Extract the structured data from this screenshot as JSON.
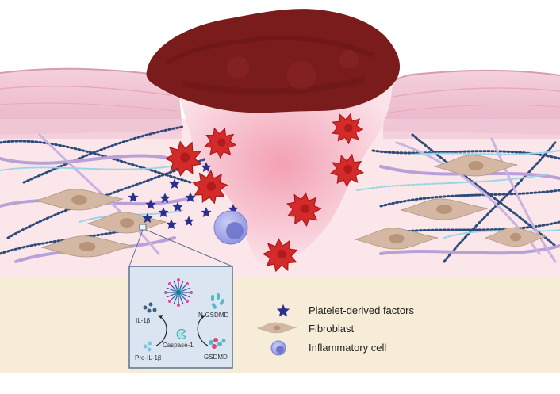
{
  "colors": {
    "scab": "#7a1c1c",
    "scab_dark": "#5e1212",
    "epidermis": "#e9b9c8",
    "dermis": "#f8e1e6",
    "wound_bed": "#f2a6b4",
    "platelet": "#d42a2a",
    "star": "#2b2f8f",
    "fibroblast": "#d4b8a3",
    "collagen_blue": "#2c4a7a",
    "collagen_purple": "#b9a1d8",
    "inflammatory_cell": "#8f93e0"
  },
  "inset": {
    "il1b_label": "IL-1β",
    "pro_il1b_label": "Pro-IL-1β",
    "caspase_label": "Caspase-1",
    "ngsdmd_label": "N-GSDMD",
    "gsdmd_label": "GSDMD"
  },
  "legend": {
    "platelet_factors": "Platelet-derived factors",
    "fibroblast": "Fibroblast",
    "inflammatory_cell": "Inflammatory cell"
  }
}
